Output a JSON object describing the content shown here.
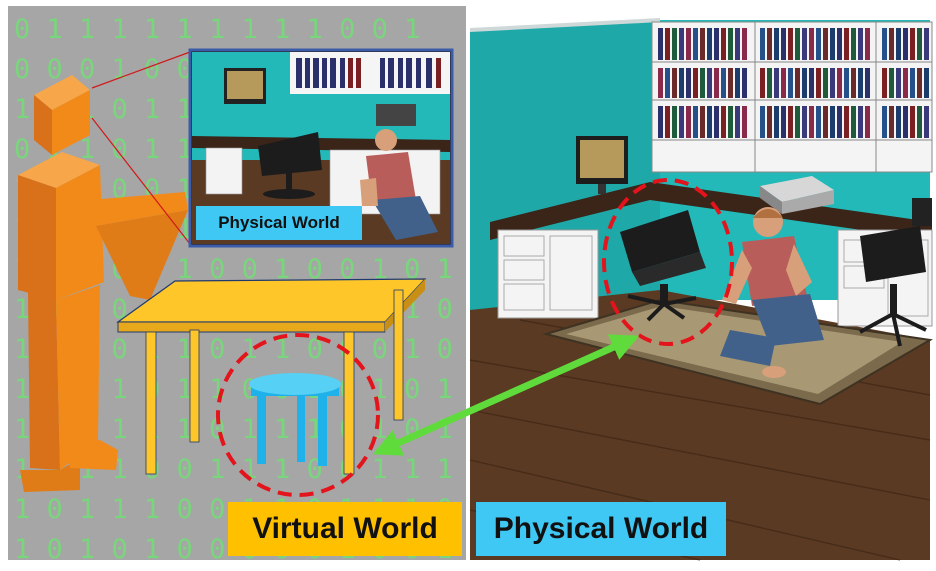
{
  "binary_background": {
    "rows": [
      "0 1   1 1 1 1 1 1 1 1 0 0 1",
      "0 0 0 1 0 0 1 1 0 1 0 0 0 1",
      "1 1 1 0 1 1 0 1 1 1 1 0 0 0",
      "0 1 1 0 1 1 1 0 0 0 1 0 0 1",
      "1 1 0 0 0 1 1 0 1 1 1 0 1 0",
      "1 1 0 1 0 1 1 0 0 1 0 1 1 1",
      "1 0 1 0 1 1 0 0 1 0 0 1 0 1",
      "1 1 0 0 1 0 0 1 0 0 1 0 1 0",
      "1 1 0 0 1 1 0 1 1 0 0 0 1 0",
      "1 1 0 1 0 1 1 0 0 1 0 1 0 1",
      "1 0 0 1 1 1 0 1 1 1 0 1 0 1",
      "1 1 1 1 0 0 1 1 1 0 0 1 1 1",
      "1 0 1 1 1 0 0 1 1 0 1 1 1 0",
      "1 0 1 0 1 0 0 0 0 0 1 0 0 1"
    ],
    "digit_color": "#79d67c",
    "bg_color": "#a6a6a6"
  },
  "labels": {
    "virtual_world": "Virtual World",
    "physical_world": "Physical World",
    "inset_physical_world": "Physical World"
  },
  "colors": {
    "virtual_label_bg": "#ffc000",
    "physical_label_bg": "#3fc8f4",
    "figure_orange": "#f28a1a",
    "table_top": "#ffc629",
    "stool_blue": "#1fb2ea",
    "teal_wall": "#23b9b9",
    "floor_wood": "#5a3a22",
    "highlight_circle": "#e3141b",
    "arrow_green": "#5fdc3c"
  }
}
